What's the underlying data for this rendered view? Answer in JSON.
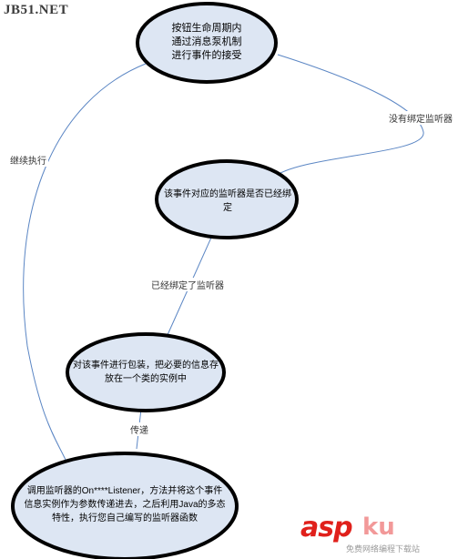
{
  "watermark_top": "JB51.NET",
  "nodes": {
    "n1": {
      "lines": [
        "按钮生命周期内",
        "通过消息泵机制",
        "进行事件的接受"
      ]
    },
    "n2": {
      "lines": [
        "该事件对应的监听器是否已经绑",
        "定"
      ]
    },
    "n3": {
      "lines": [
        "对该事件进行包装，把必要的信息存",
        "放在一个类的实例中"
      ]
    },
    "n4": {
      "lines": [
        "调用监听器的On****Listener，方法并将这个事件",
        "信息实例作为参数传递进去，之后利用Java的多态",
        "特性，执行您自己编写的监听器函数"
      ]
    }
  },
  "edges": {
    "not_bound": "没有绑定监听器",
    "continue": "继续执行",
    "bound": "已经绑定了监听器",
    "pass": "传递"
  },
  "watermark_bottom": {
    "brand": "asp",
    "brand_cn": "ku",
    "sub": "免费网络编程下载站"
  },
  "colors": {
    "node_fill": "#dde6f3",
    "node_stroke": "#000000",
    "edge": "#5b86c4"
  }
}
